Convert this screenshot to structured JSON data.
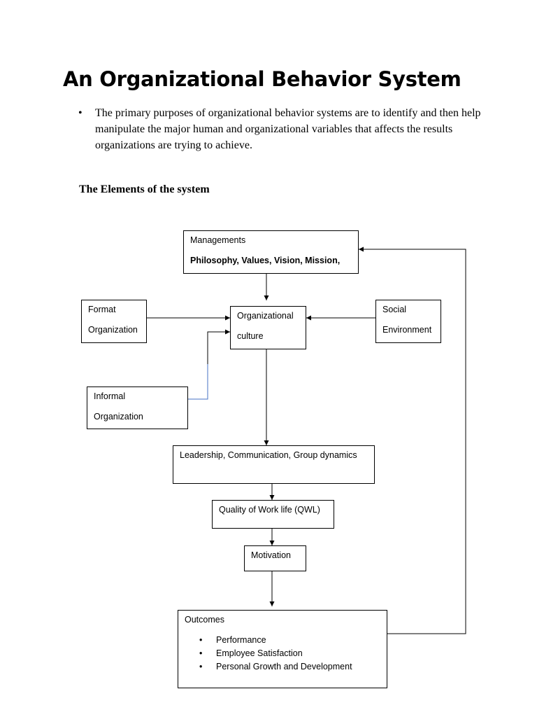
{
  "title": "An Organizational Behavior System",
  "intro_bullets": [
    "The primary purposes of organizational behavior systems are to identify and then help manipulate the major human and organizational variables that affects the results organizations are trying to achieve."
  ],
  "section_heading": "The Elements of the system",
  "diagram": {
    "management": {
      "line1": "Managements",
      "line2": "Philosophy, Values, Vision, Mission,"
    },
    "formal_org": {
      "line1": "Format",
      "line2": "Organization"
    },
    "org_culture": {
      "line1": "Organizational",
      "line2": "culture"
    },
    "social_env": {
      "line1": "Social",
      "line2": "Environment"
    },
    "informal_org": {
      "line1": "Informal",
      "line2": "Organization"
    },
    "leadership": {
      "line1": "Leadership, Communication, Group dynamics"
    },
    "qwl": {
      "line1": "Quality of Work life (QWL)"
    },
    "motivation": {
      "line1": "Motivation"
    },
    "outcomes": {
      "line1": "Outcomes",
      "items": [
        "Performance",
        "Employee Satisfaction",
        "Personal Growth and Development"
      ]
    }
  },
  "colors": {
    "informal_connector": "#4472c4"
  }
}
